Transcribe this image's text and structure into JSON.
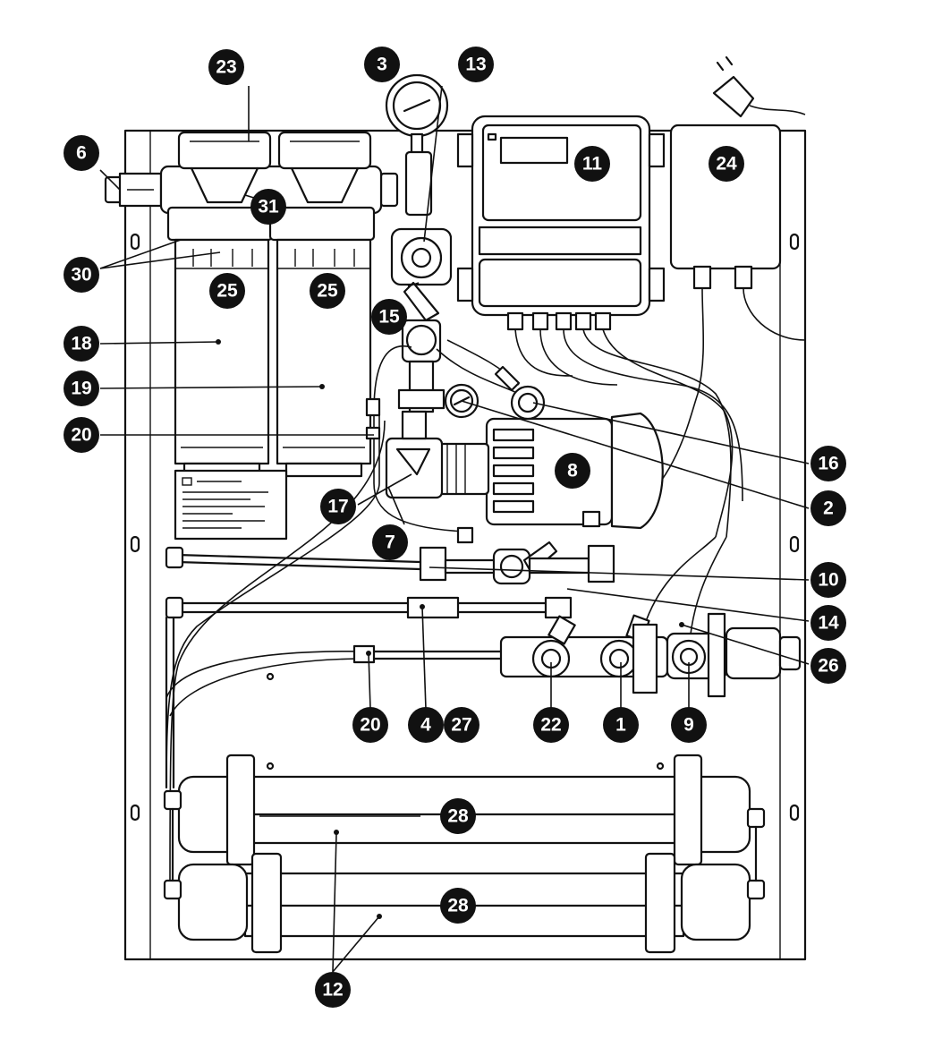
{
  "callouts": [
    {
      "id": "c23",
      "label": "23"
    },
    {
      "id": "c3",
      "label": "3"
    },
    {
      "id": "c13",
      "label": "13"
    },
    {
      "id": "c6",
      "label": "6"
    },
    {
      "id": "c11",
      "label": "11"
    },
    {
      "id": "c24",
      "label": "24"
    },
    {
      "id": "c31",
      "label": "31"
    },
    {
      "id": "c30",
      "label": "30"
    },
    {
      "id": "c25a",
      "label": "25"
    },
    {
      "id": "c25b",
      "label": "25"
    },
    {
      "id": "c15",
      "label": "15"
    },
    {
      "id": "c18",
      "label": "18"
    },
    {
      "id": "c19",
      "label": "19"
    },
    {
      "id": "c20a",
      "label": "20"
    },
    {
      "id": "c8",
      "label": "8"
    },
    {
      "id": "c16",
      "label": "16"
    },
    {
      "id": "c17",
      "label": "17"
    },
    {
      "id": "c2",
      "label": "2"
    },
    {
      "id": "c7",
      "label": "7"
    },
    {
      "id": "c10",
      "label": "10"
    },
    {
      "id": "c14",
      "label": "14"
    },
    {
      "id": "c26",
      "label": "26"
    },
    {
      "id": "c20b",
      "label": "20"
    },
    {
      "id": "c4",
      "label": "4"
    },
    {
      "id": "c27",
      "label": "27"
    },
    {
      "id": "c22",
      "label": "22"
    },
    {
      "id": "c1",
      "label": "1"
    },
    {
      "id": "c9",
      "label": "9"
    },
    {
      "id": "c28a",
      "label": "28"
    },
    {
      "id": "c28b",
      "label": "28"
    },
    {
      "id": "c12",
      "label": "12"
    }
  ],
  "colors": {
    "line": "#111111",
    "callout_fill": "#111111",
    "callout_text": "#ffffff",
    "background": "#ffffff"
  }
}
